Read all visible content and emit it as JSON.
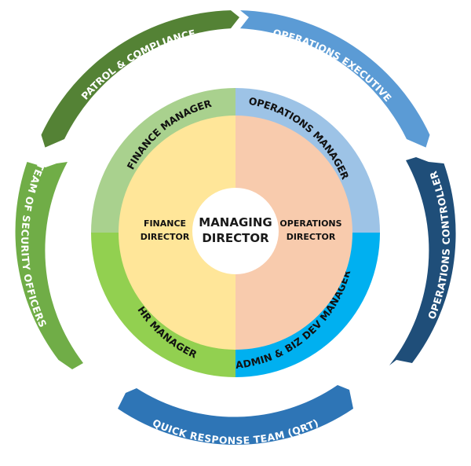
{
  "center": {
    "line1": "MANAGING",
    "line2": "DIRECTOR"
  },
  "directors": {
    "finance": {
      "line1": "FINANCE",
      "line2": "DIRECTOR"
    },
    "operations": {
      "line1": "OPERATIONS",
      "line2": "DIRECTOR"
    }
  },
  "managers": {
    "finance": "FINANCE MANAGER",
    "operations": "OPERATIONS MANAGER",
    "hr": "HR MANAGER",
    "admin": "ADMIN & BIZ DEV MANAGER"
  },
  "outer_ring": {
    "patrol": "PATROL & COMPLIANCE",
    "executive": "OPERATIONS EXECUTIVE",
    "controller": "OPERATIONS CONTROLLER",
    "qrt": "QUICK RESPONSE TEAM (QRT)",
    "security": "TEAM OF SECURITY OFFICERS"
  },
  "colors": {
    "finance_manager": "#a9d18e",
    "operations_manager": "#9dc3e6",
    "hr_manager": "#92d050",
    "admin_manager": "#00b0f0",
    "finance_director": "#ffe699",
    "operations_director": "#f8cbad",
    "patrol": "#548235",
    "executive": "#5b9bd5",
    "controller": "#1f4e79",
    "qrt": "#2e75b6",
    "security": "#70ad47"
  }
}
